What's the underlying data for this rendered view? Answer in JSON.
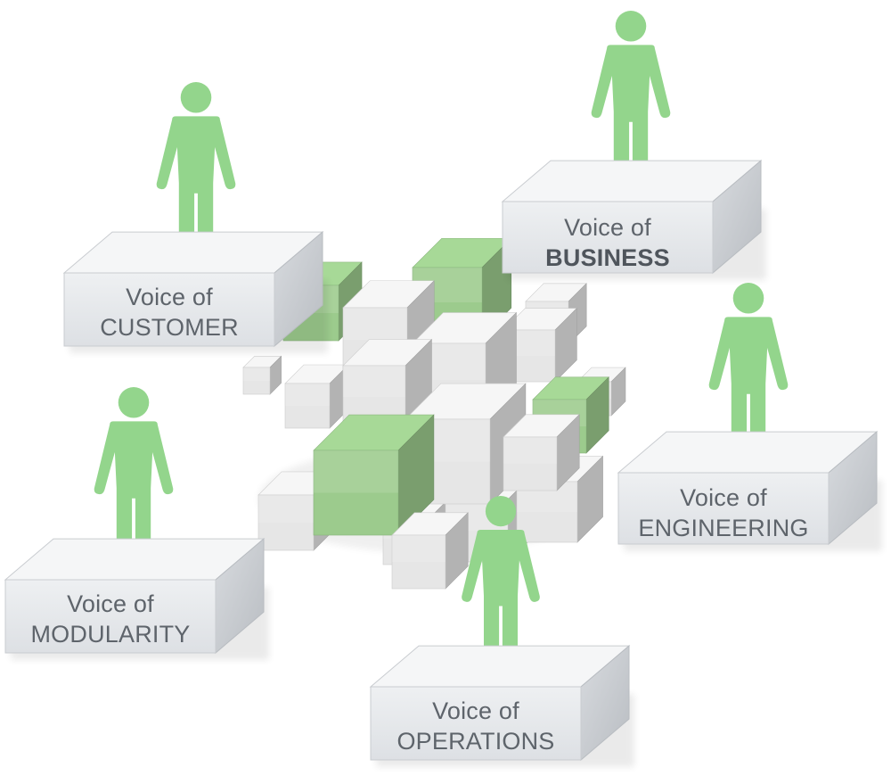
{
  "diagram": {
    "voices": [
      {
        "id": "customer",
        "line1": "Voice of",
        "line2": "CUSTOMER",
        "bold": false
      },
      {
        "id": "business",
        "line1": "Voice of",
        "line2": "BUSINESS",
        "bold": true
      },
      {
        "id": "engineering",
        "line1": "Voice of",
        "line2": "ENGINEERING",
        "bold": false
      },
      {
        "id": "modularity",
        "line1": "Voice of",
        "line2": "MODULARITY",
        "bold": false
      },
      {
        "id": "operations",
        "line1": "Voice of",
        "line2": "OPERATIONS",
        "bold": false
      }
    ],
    "colors": {
      "person_green": "#93d58c",
      "cube_green": "#9ccb8d",
      "cube_grey": "#e6e6e6",
      "platform_front": "#e7e9ec",
      "platform_top": "#f5f6f7",
      "platform_side": "#cfd2d6",
      "text": "#5e646b"
    },
    "icons": [
      "person-icon",
      "cube-icon"
    ]
  }
}
